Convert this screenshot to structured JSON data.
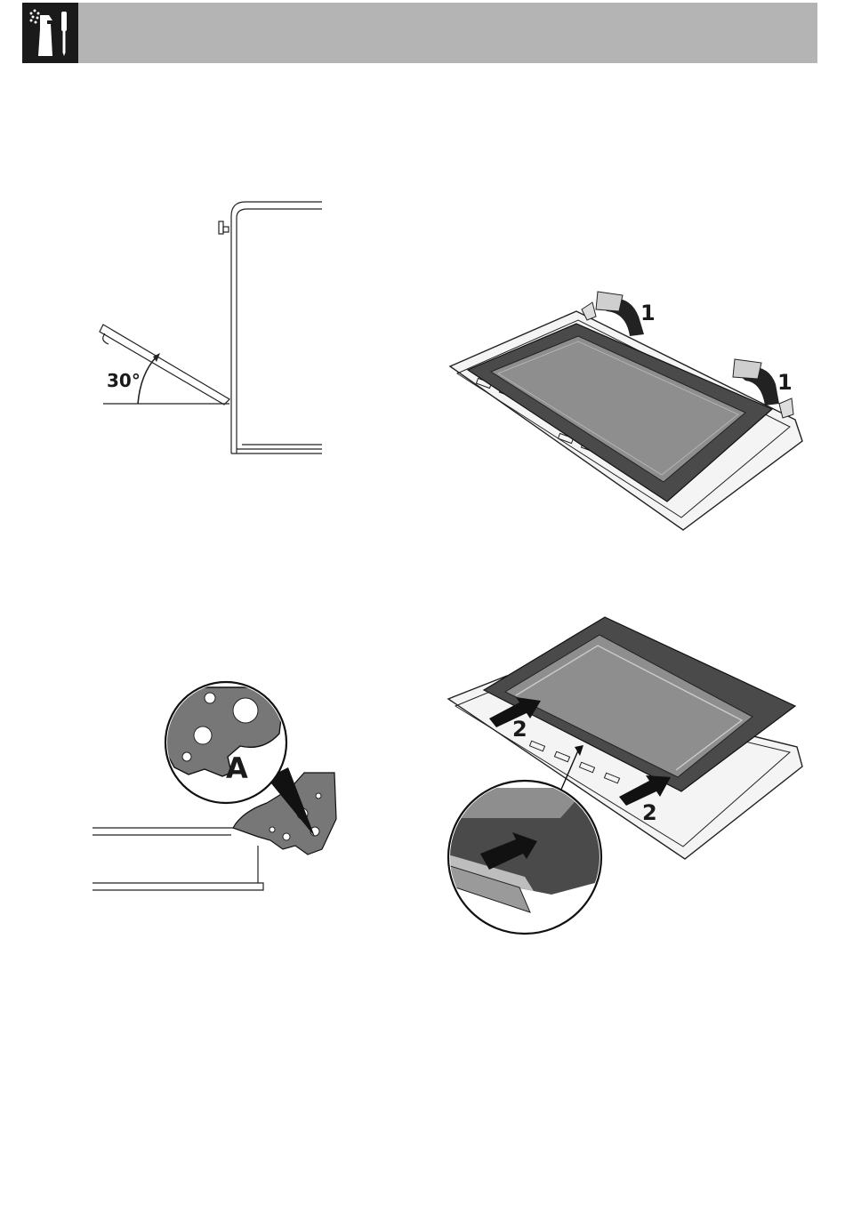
{
  "header": {
    "icon": "cleaning-maintenance-icon"
  },
  "figures": {
    "door_angle": {
      "angle_label": "30°"
    },
    "door_top": {
      "step_labels": [
        "1",
        "1"
      ]
    },
    "hinge_detail": {
      "detail_label": "A"
    },
    "glass_panel": {
      "step_labels": [
        "2",
        "2"
      ]
    }
  },
  "colors": {
    "header_bg": "#b4b4b4",
    "icon_bg": "#1a1a1a",
    "panel_dark": "#4a4a4a",
    "glass_gray": "#8e8e8e"
  }
}
